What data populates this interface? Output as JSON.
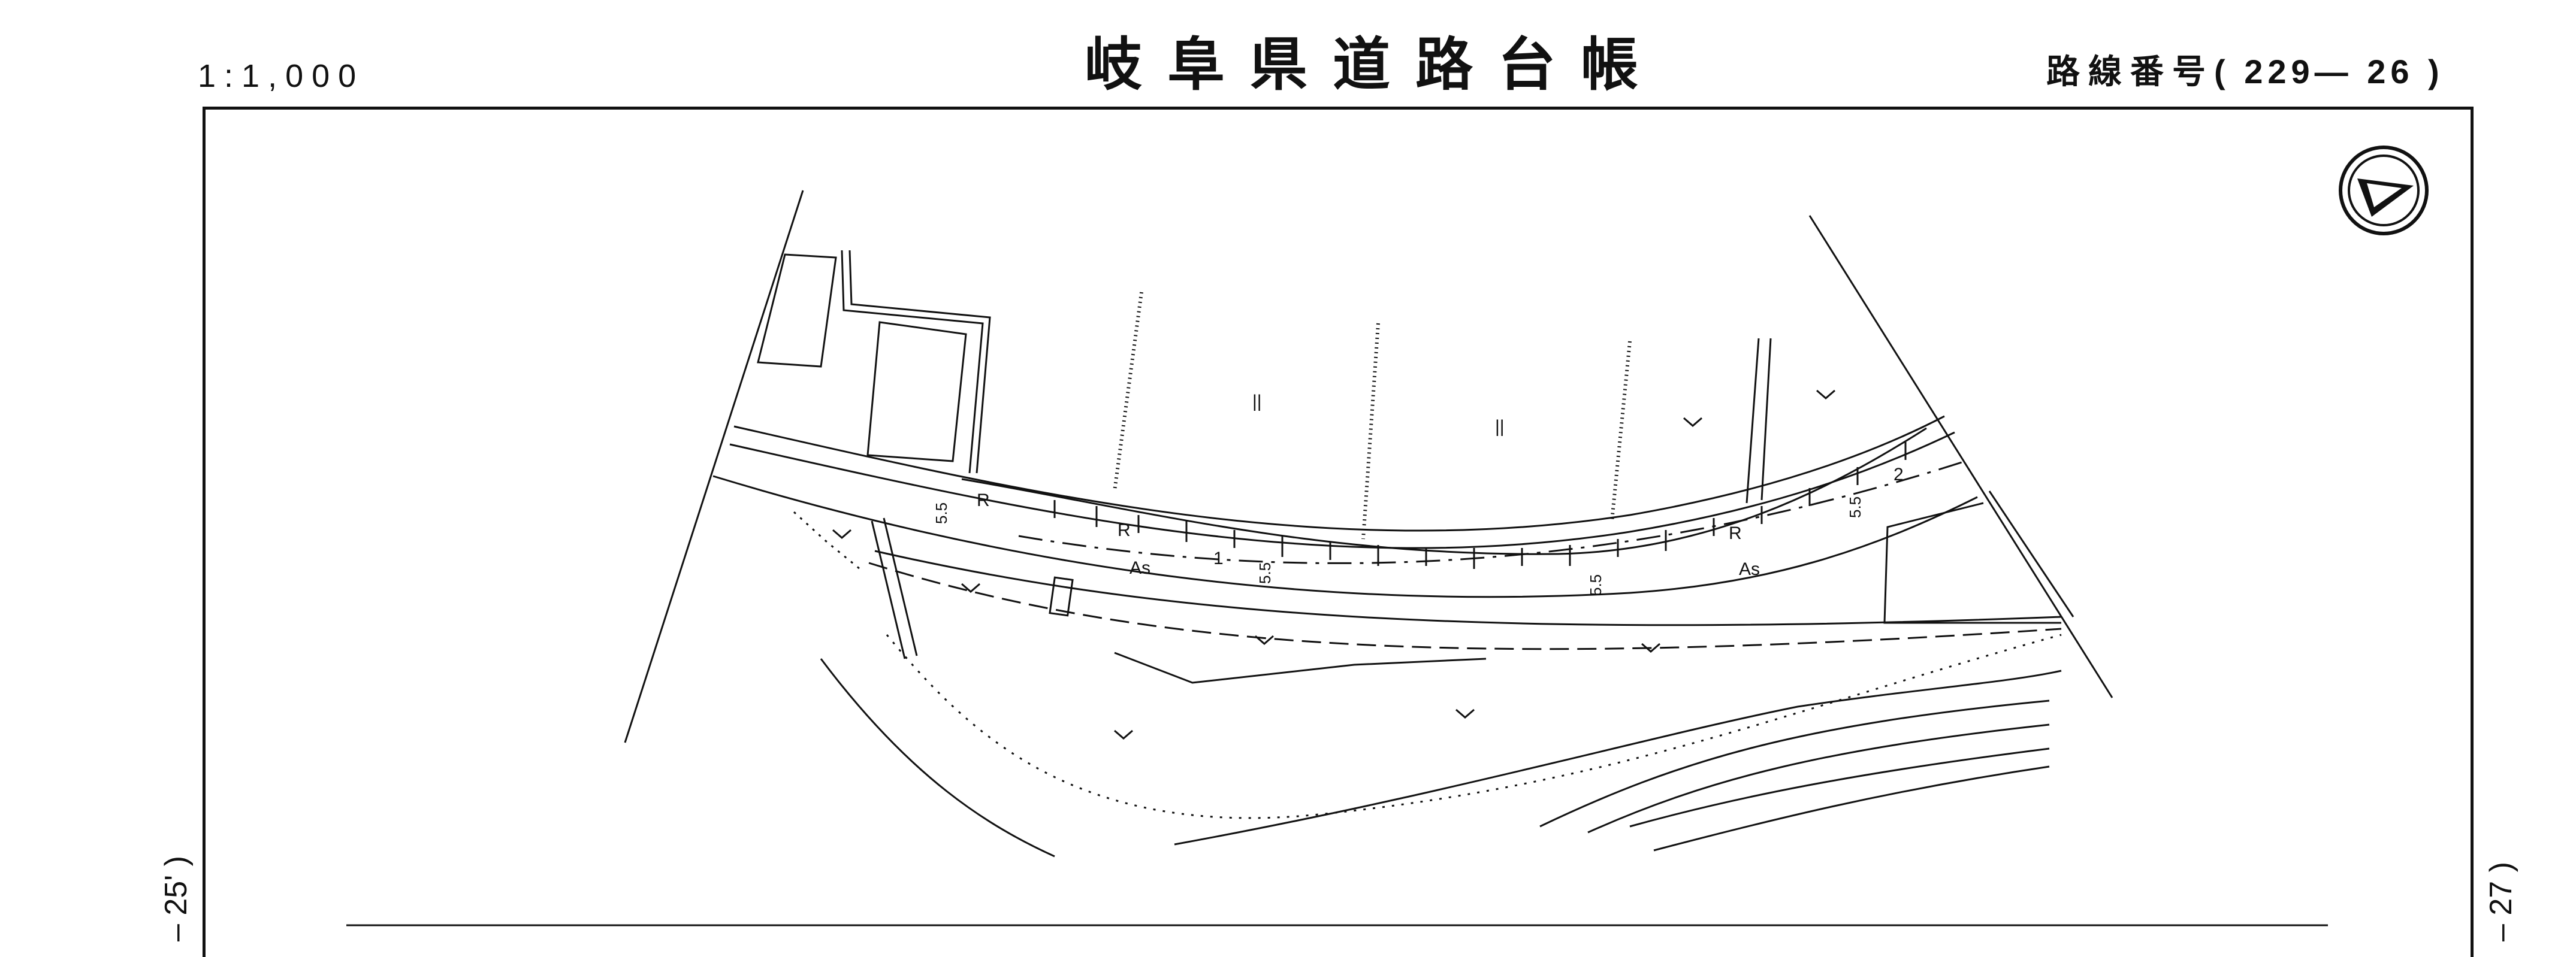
{
  "header": {
    "scale": "1:1,000",
    "title": "岐阜県道路台帳",
    "route_label": "路線番号",
    "route_number": "( 229— 26 )"
  },
  "sheet_refs": {
    "left": "– 25' )",
    "right": "– 27 )"
  },
  "map": {
    "north_arrow": "north-arrow-icon",
    "pavement_labels": [
      "As",
      "As"
    ],
    "width_labels": [
      "5.5",
      "5.5",
      "5.5",
      "5.5"
    ],
    "retaining_labels": [
      "R",
      "R",
      "R"
    ],
    "station_labels": [
      "1",
      "2"
    ],
    "equals_marks": [
      "||",
      "||"
    ]
  }
}
